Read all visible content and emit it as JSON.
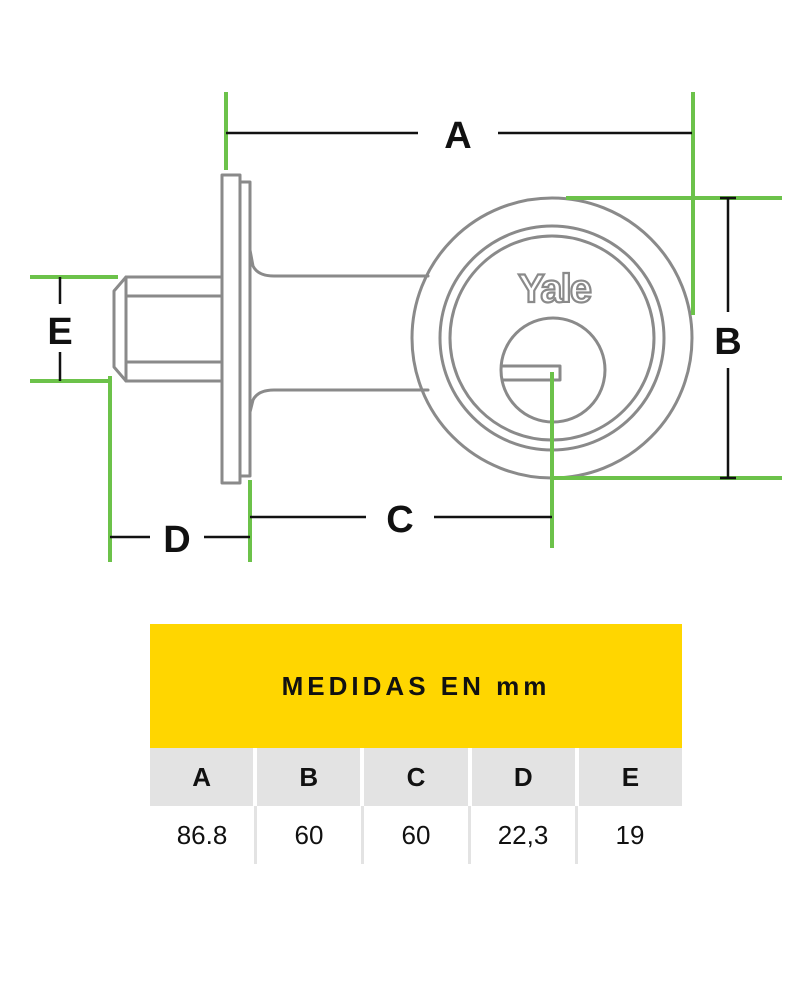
{
  "diagram": {
    "brand": "Yale",
    "dimension_labels": {
      "a": "A",
      "b": "B",
      "c": "C",
      "d": "D",
      "e": "E"
    },
    "colors": {
      "guide_line": "#6cc24a",
      "outline": "#8a8a8a",
      "dimension_line": "#111111"
    }
  },
  "table": {
    "title": "MEDIDAS EN mm",
    "title_background": "#ffd600",
    "header_background": "#e3e3e3",
    "headers": [
      "A",
      "B",
      "C",
      "D",
      "E"
    ],
    "values": [
      "86.8",
      "60",
      "60",
      "22,3",
      "19"
    ]
  }
}
